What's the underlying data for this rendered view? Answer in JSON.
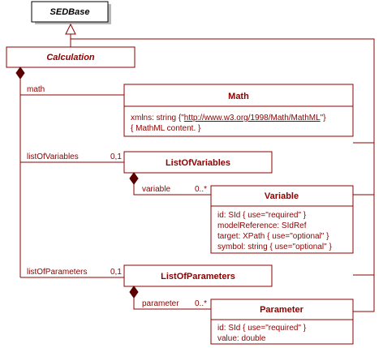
{
  "classes": {
    "sedbase": {
      "name": "SEDBase"
    },
    "calculation": {
      "name": "Calculation"
    },
    "math": {
      "name": "Math",
      "attr1_prefix": "xmlns: string {\"",
      "attr1_link": "http://www.w3.org/1998/Math/MathML",
      "attr1_suffix": "\"}",
      "attr2": "{ MathML content. }"
    },
    "listofvariables": {
      "name": "ListOfVariables"
    },
    "variable": {
      "name": "Variable",
      "attrs": [
        "id: SId { use=\"required\" }",
        "modelReference: SIdRef",
        "target: XPath { use=\"optional\" }",
        "symbol: string { use=\"optional\" }"
      ]
    },
    "listofparameters": {
      "name": "ListOfParameters"
    },
    "parameter": {
      "name": "Parameter",
      "attrs": [
        "id: SId { use=\"required\" }",
        "value: double"
      ]
    }
  },
  "associations": {
    "math": {
      "role": "math"
    },
    "listofvariables": {
      "role": "listOfVariables",
      "multiplicity": "0,1"
    },
    "variable": {
      "role": "variable",
      "multiplicity": "0..*"
    },
    "listofparameters": {
      "role": "listOfParameters",
      "multiplicity": "0,1"
    },
    "parameter": {
      "role": "parameter",
      "multiplicity": "0..*"
    }
  },
  "colors": {
    "stroke": "#8b0000",
    "header_text": "#000000"
  }
}
